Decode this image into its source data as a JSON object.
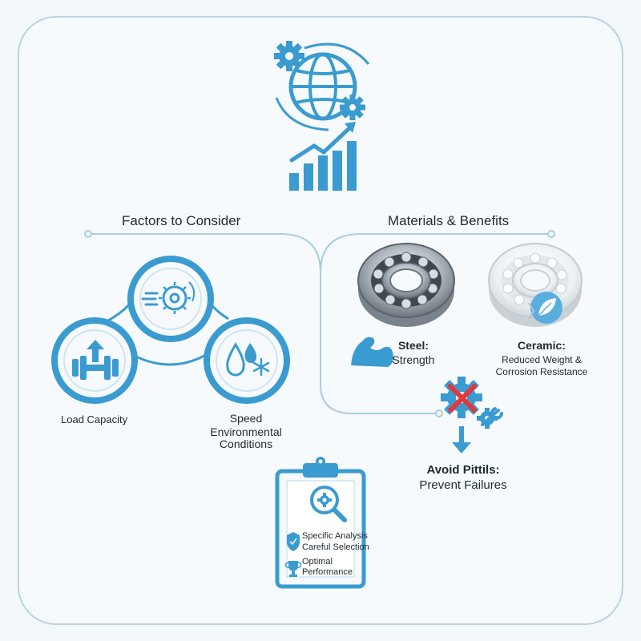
{
  "factors": {
    "heading": "Factors to Consider",
    "load_label": "Load Capacity",
    "speed_label": "Speed",
    "environment_label": "Environmental Conditions",
    "environment_line1": "Environmental",
    "environment_line2": "Conditions"
  },
  "materials": {
    "heading": "Materials & Benefits",
    "steel_title": "Steel:",
    "steel_benefit": "Strength",
    "ceramic_title": "Ceramic:",
    "ceramic_benefit_line1": "Reduced Weight &",
    "ceramic_benefit_line2": "Corrosion Resistance"
  },
  "pitfalls": {
    "title_line1": "Avoid Pittils:",
    "title_line2": "Prevent Failures"
  },
  "checklist": {
    "item1_line1": "Specific Analysis",
    "item1_line2": "Careful Selection",
    "item2_line1": "Optimal",
    "item2_line2": "Performance"
  },
  "colors": {
    "accent": "#3a9bd0",
    "line": "#a9cde3",
    "cross": "#e0393b",
    "frame": "#b9d3e3"
  },
  "icons": [
    "gear-icon",
    "globe-icon",
    "bar-chart-icon",
    "trend-arrow-icon",
    "bearing-icon",
    "leaf-icon",
    "muscle-icon",
    "magnifier-icon",
    "shield-icon",
    "trophy-icon",
    "wrench-icon",
    "snowflake-icon",
    "water-drop-icon",
    "dumbbell-icon"
  ]
}
